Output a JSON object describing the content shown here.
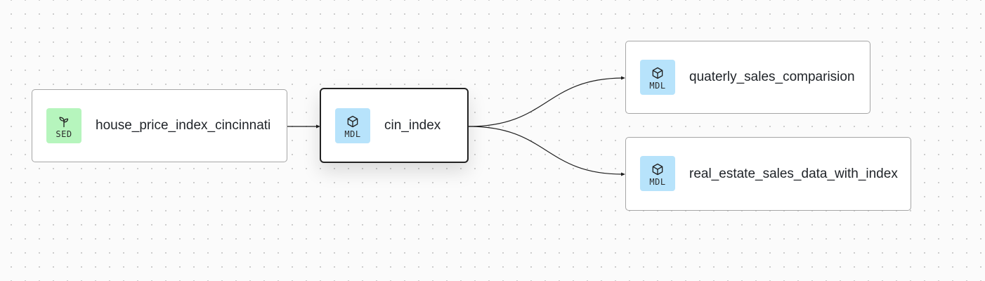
{
  "diagram": {
    "nodes": [
      {
        "id": "house_price_index_cincinnati",
        "label": "house_price_index_cincinnati",
        "badge": "SED",
        "kind": "seed",
        "icon": "seedling-icon",
        "selected": false
      },
      {
        "id": "cin_index",
        "label": "cin_index",
        "badge": "MDL",
        "kind": "model",
        "icon": "cube-icon",
        "selected": true
      },
      {
        "id": "quaterly_sales_comparision",
        "label": "quaterly_sales_comparision",
        "badge": "MDL",
        "kind": "model",
        "icon": "cube-icon",
        "selected": false
      },
      {
        "id": "real_estate_sales_data_with_index",
        "label": "real_estate_sales_data_with_index",
        "badge": "MDL",
        "kind": "model",
        "icon": "cube-icon",
        "selected": false
      }
    ],
    "edges": [
      {
        "from": "house_price_index_cincinnati",
        "to": "cin_index"
      },
      {
        "from": "cin_index",
        "to": "quaterly_sales_comparision"
      },
      {
        "from": "cin_index",
        "to": "real_estate_sales_data_with_index"
      }
    ],
    "colors": {
      "seed_badge": "#b6f5bd",
      "model_badge": "#b7e3fb",
      "edge": "#1f1f1f",
      "selected_border": "#222222"
    }
  }
}
